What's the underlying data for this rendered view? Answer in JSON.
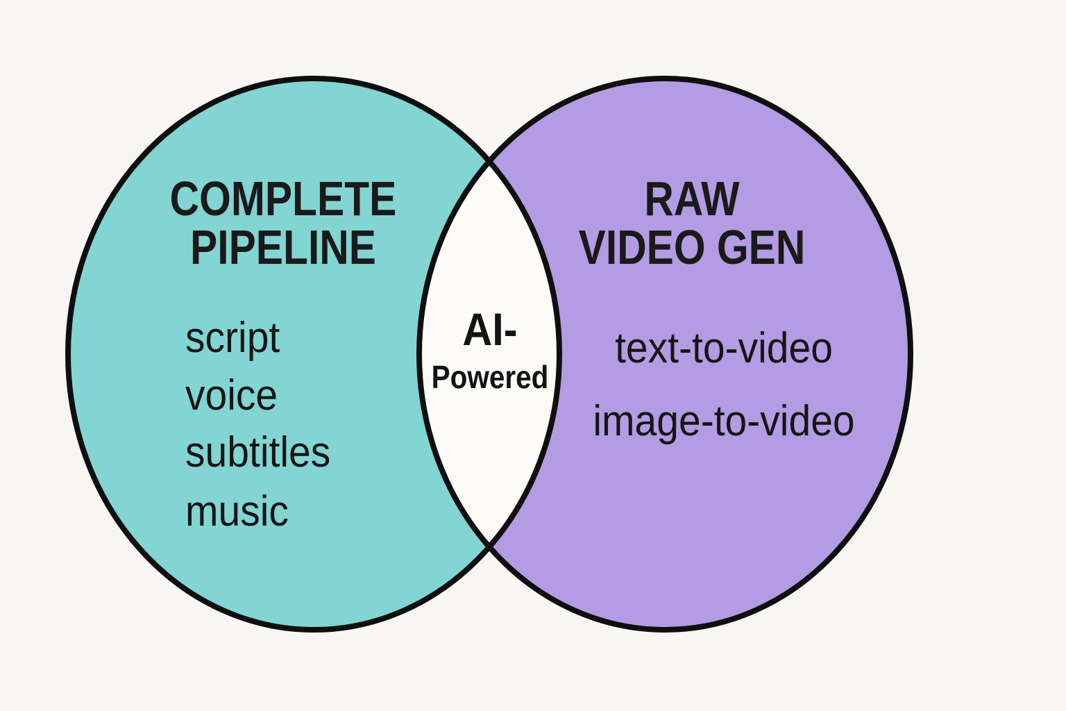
{
  "background_color": "#f8f6f3",
  "venn": {
    "outline_color": "#0f0f0f",
    "left": {
      "title_lines": [
        "COMPLETE",
        "PIPELINE"
      ],
      "items": [
        "script",
        "voice",
        "subtitles",
        "music"
      ],
      "fill_color": "#83d5d4"
    },
    "right": {
      "title_lines": [
        "RAW",
        "VIDEO GEN"
      ],
      "items": [
        "text-to-video",
        "image-to-video"
      ],
      "fill_color": "#b39ce3"
    },
    "intersection": {
      "label_lines": [
        "AI-",
        "Powered"
      ],
      "fill_color": "#fcfbf8"
    }
  }
}
